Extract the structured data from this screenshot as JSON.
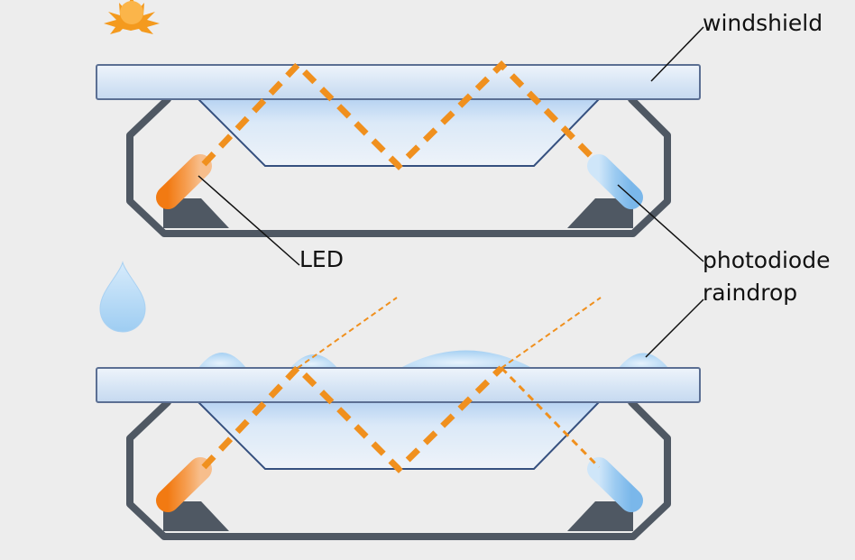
{
  "labels": {
    "windshield": "windshield",
    "led": "LED",
    "photodiode": "photodiode",
    "raindrop": "raindrop"
  },
  "colors": {
    "background": "#ededed",
    "housing": "#4f5863",
    "glass_fill": "#dde8f5",
    "glass_stroke": "#5b6f93",
    "prism_stroke": "#35507f",
    "beam": "#f0901e",
    "led": "#f07e1a",
    "photodiode": "#8fc4ee",
    "water": "#aed4f3",
    "sun": "#f49a1e"
  },
  "icons": {
    "sun": "sun-icon",
    "raindrop": "raindrop-icon"
  }
}
